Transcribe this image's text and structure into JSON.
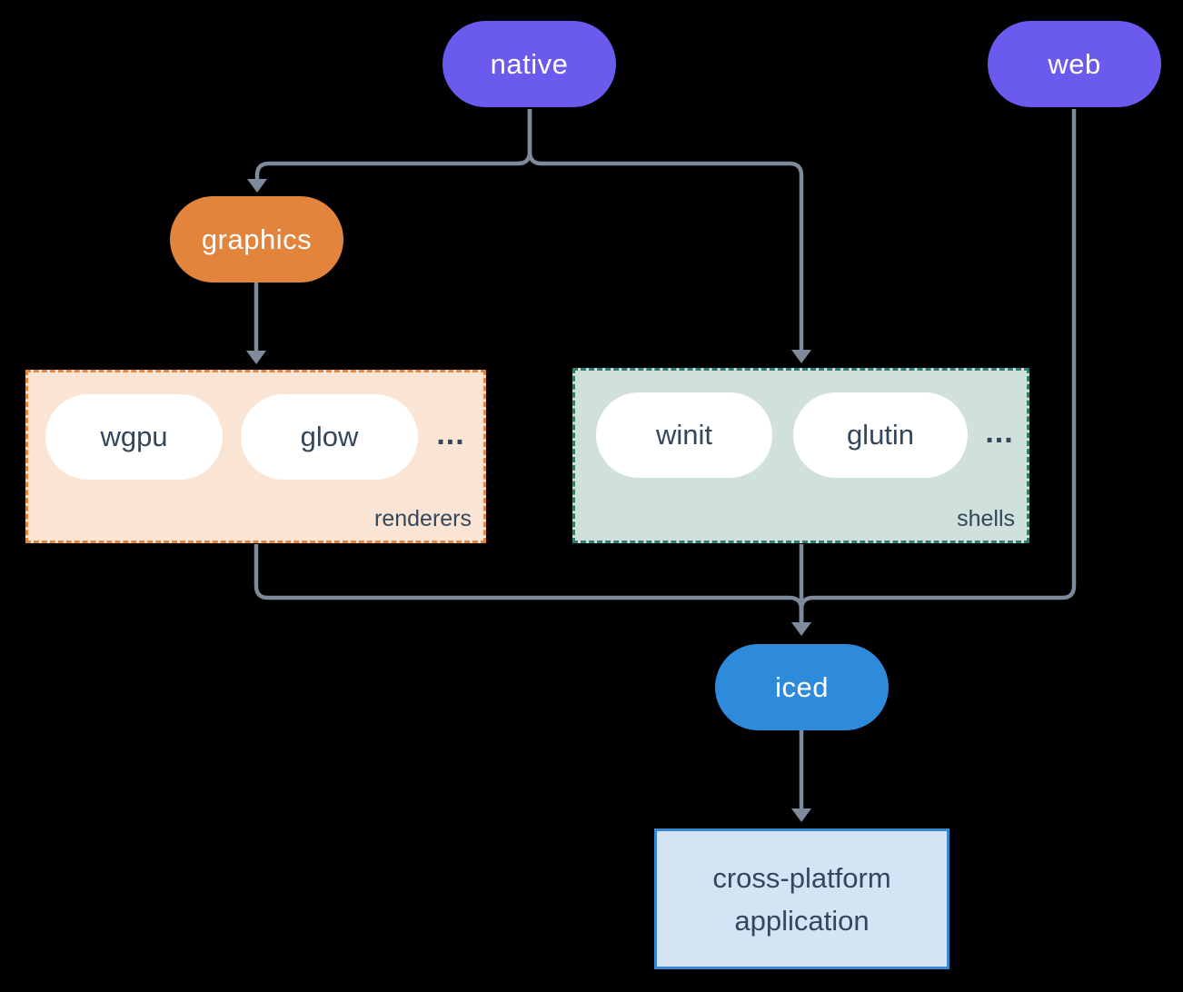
{
  "diagram": {
    "nodes": {
      "native": {
        "label": "native"
      },
      "web": {
        "label": "web"
      },
      "graphics": {
        "label": "graphics"
      },
      "iced": {
        "label": "iced"
      },
      "app": {
        "line1": "cross-platform",
        "line2": "application"
      }
    },
    "groups": {
      "renderers": {
        "label": "renderers",
        "items": [
          "wgpu",
          "glow"
        ],
        "ellipsis": "..."
      },
      "shells": {
        "label": "shells",
        "items": [
          "winit",
          "glutin"
        ],
        "ellipsis": "..."
      }
    }
  },
  "colors": {
    "background": "#000000",
    "purple": "#6B5AEE",
    "orange": "#E3843C",
    "blue": "#2E8BDC",
    "peach-bg": "#FAE5D4",
    "teal-bg": "#D0E0DB",
    "teal-border": "#2E7D6E",
    "app-bg": "#D4E4F5",
    "app-border": "#3787D3",
    "slate-text": "#33475C",
    "line": "#7D8B9C"
  }
}
